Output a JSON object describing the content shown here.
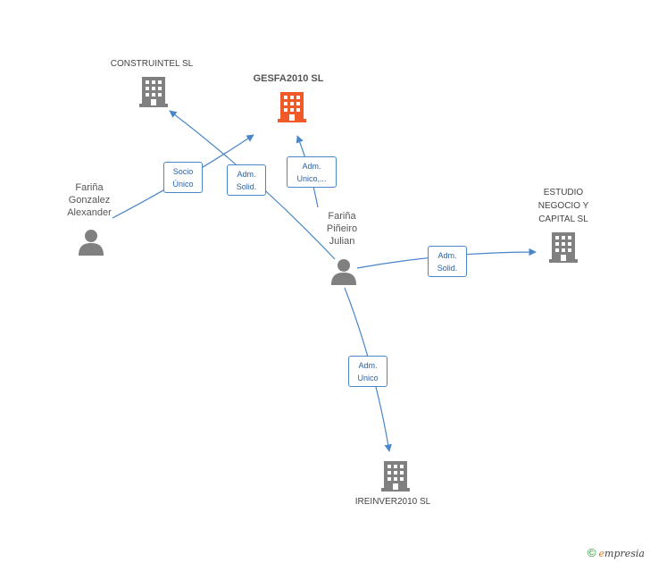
{
  "nodes": {
    "construintel": {
      "label": "CONSTRUINTEL SL",
      "type": "company"
    },
    "gesfa": {
      "label": "GESFA2010 SL",
      "type": "company-main",
      "color": "#f05a28"
    },
    "estudio": {
      "label": "ESTUDIO\nNEGOCIO Y\nCAPITAL SL",
      "type": "company"
    },
    "ireinver": {
      "label": "IREINVER2010 SL",
      "type": "company"
    },
    "alexander": {
      "label": "Fariña\nGonzalez\nAlexander",
      "type": "person"
    },
    "julian": {
      "label": "Fariña\nPiñeiro\nJulian",
      "type": "person"
    }
  },
  "edges": [
    {
      "from": "alexander",
      "to": "gesfa",
      "label": "Socio\nÚnico"
    },
    {
      "from": "julian",
      "to": "construintel",
      "label": "Adm.\nSolid."
    },
    {
      "from": "julian",
      "to": "gesfa",
      "label": "Adm.\nUnico,..."
    },
    {
      "from": "julian",
      "to": "estudio",
      "label": "Adm.\nSolid."
    },
    {
      "from": "julian",
      "to": "ireinver",
      "label": "Adm.\nUnico"
    }
  ],
  "colors": {
    "edge": "#4a86c8",
    "icon": "#808080",
    "main": "#f05a28"
  },
  "footer": {
    "copyright": "©",
    "brand_e": "e",
    "brand_rest": "mpresia"
  }
}
